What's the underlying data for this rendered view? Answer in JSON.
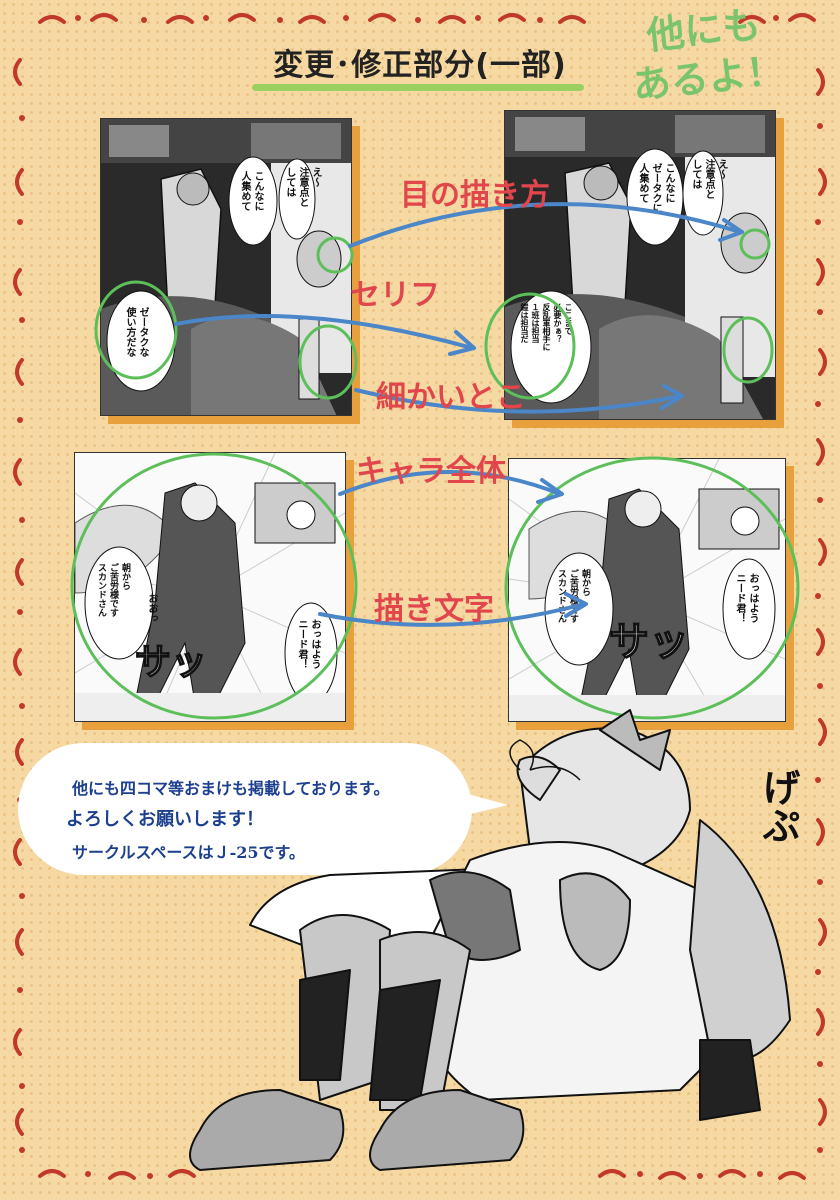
{
  "title": "変更･修正部分(一部)",
  "corner_note": [
    "他にも",
    "あるよ！"
  ],
  "annotations": {
    "eye": "目の描き方",
    "serif": "セリフ",
    "detail": "細かいとこ",
    "character": "キャラ全体",
    "lettering": "描き文字"
  },
  "panels": {
    "top_left": {
      "bubble_a": [
        "こんなに",
        "人集めて"
      ],
      "bubble_b": [
        "え～",
        "注意点と",
        "しては"
      ],
      "bubble_c": [
        "ゼータクな",
        "使い方だな"
      ]
    },
    "top_right": {
      "bubble_a": [
        "こんなに",
        "ゼータクに",
        "人集めて"
      ],
      "bubble_b": [
        "え～",
        "注意点と",
        "しては"
      ],
      "bubble_c": [
        "ここまで",
        "必要かぁ？",
        "反乱軍相手に",
        "１班は担当",
        "鎧は担当だ"
      ]
    },
    "bottom_left": {
      "bubble_a": [
        "おっはよう",
        "ニード君！"
      ],
      "bubble_b": [
        "朝から",
        "ご苦労様です",
        "スカンドさん"
      ],
      "bubble_c": [
        "おおっ"
      ],
      "sfx": "サッ"
    },
    "bottom_right": {
      "bubble_a": [
        "おっはよう",
        "ニード君！"
      ],
      "bubble_b": [
        "朝から",
        "ご苦労様です",
        "スカンドさん"
      ],
      "sfx": "サッ"
    }
  },
  "speech": {
    "line1": "他にも四コマ等おまけも掲載しております。",
    "line2": "よろしくお願いします！",
    "line3": "サークルスペースはＪ-25です。"
  },
  "sfx_gebu": "げぷ",
  "colors": {
    "background": "#f6d9a2",
    "frame": "#c0392b",
    "annotation_red": "#e0464c",
    "arrow_blue": "#4a86c8",
    "circle_green": "#5cbf5a",
    "panel_shadow": "#e8a03c",
    "speech_text": "#1c3f8f"
  }
}
